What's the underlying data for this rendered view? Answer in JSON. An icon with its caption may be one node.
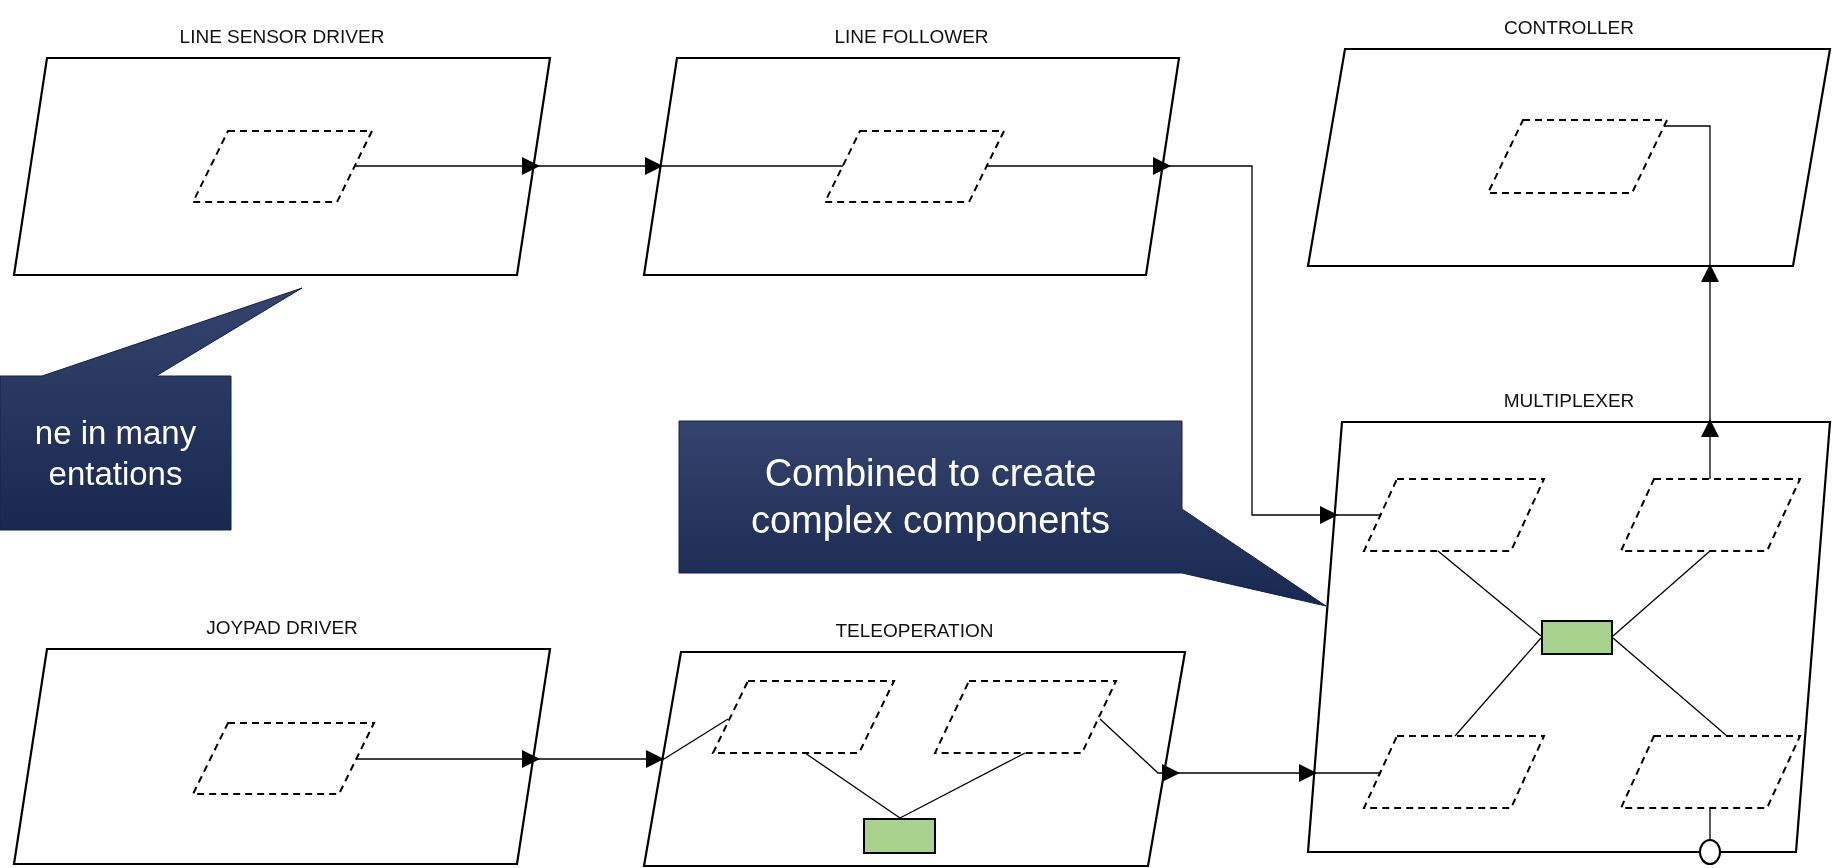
{
  "diagram": {
    "nodes": [
      {
        "text": [
          "LINE SENSOR DRIVER"
        ]
      },
      {
        "text": [],
        "shape": "parallelogram",
        "in": 0
      },
      {
        "text": [
          "LINE FOLLOWER"
        ]
      },
      {
        "text": [],
        "shape": "parallelogram",
        "in": 2
      },
      {
        "text": [
          "CONTROLLER"
        ]
      },
      {
        "text": [],
        "shape": "parallelogram",
        "in": 4
      },
      {
        "text": [
          "JOYPAD DRIVER"
        ]
      },
      {
        "text": [],
        "shape": "parallelogram",
        "in": 6
      },
      {
        "text": [
          "TELEOPERATION"
        ]
      },
      {
        "text": [],
        "shape": "parallelogram",
        "in": 8
      },
      {
        "text": [],
        "shape": "parallelogram",
        "in": 8
      },
      {
        "text": [],
        "shape": "box",
        "in": 8
      },
      {
        "text": [
          "MULTIPLEXER"
        ]
      },
      {
        "text": [],
        "shape": "parallelogram",
        "in": 12
      },
      {
        "text": [],
        "shape": "parallelogram",
        "in": 12
      },
      {
        "text": [],
        "shape": "box",
        "in": 12
      },
      {
        "text": [],
        "shape": "parallelogram",
        "in": 12
      },
      {
        "text": [],
        "shape": "parallelogram",
        "in": 12
      },
      {
        "text": [
          "ne in many entations"
        ]
      },
      {
        "text": [
          "Combined to create complex components"
        ]
      },
      {
        "text": [],
        "shape": "circle"
      }
    ],
    "edges": [
      {
        "from": 1,
        "to": 0,
        "arrow": "to"
      },
      {
        "from": 0,
        "to": 2,
        "arrow": "to"
      },
      {
        "from": 2,
        "to": 3,
        "arrow": "none"
      },
      {
        "from": 3,
        "to": 2,
        "arrow": "to"
      },
      {
        "from": 2,
        "to": 12,
        "arrow": "to"
      },
      {
        "from": 12,
        "to": 13,
        "arrow": "none"
      },
      {
        "from": 14,
        "to": 12,
        "arrow": "to"
      },
      {
        "from": 12,
        "to": 4,
        "arrow": "to"
      },
      {
        "from": 4,
        "to": 5,
        "arrow": "none"
      },
      {
        "from": 7,
        "to": 6,
        "arrow": "to"
      },
      {
        "from": 6,
        "to": 8,
        "arrow": "to"
      },
      {
        "from": 8,
        "to": 9,
        "arrow": "none"
      },
      {
        "from": 10,
        "to": 8,
        "arrow": "to"
      },
      {
        "from": 8,
        "to": 12,
        "arrow": "to"
      },
      {
        "from": 12,
        "to": 16,
        "arrow": "none"
      },
      {
        "from": 9,
        "to": 11,
        "arrow": "none"
      },
      {
        "from": 10,
        "to": 11,
        "arrow": "none"
      },
      {
        "from": 13,
        "to": 15,
        "arrow": "none"
      },
      {
        "from": 14,
        "to": 15,
        "arrow": "none"
      },
      {
        "from": 16,
        "to": 15,
        "arrow": "none"
      },
      {
        "from": 17,
        "to": 15,
        "arrow": "none"
      },
      {
        "from": 17,
        "to": 20,
        "arrow": "none"
      }
    ]
  }
}
